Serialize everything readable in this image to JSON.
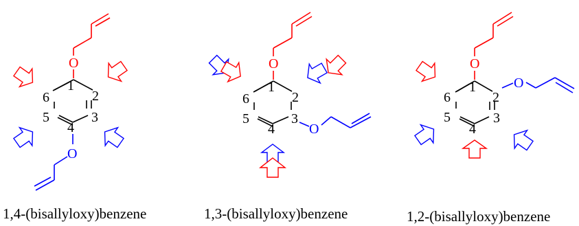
{
  "colors": {
    "red": "#ff0000",
    "blue": "#0000ff",
    "black": "#000000"
  },
  "atoms": {
    "oxygen": "O"
  },
  "ring_numbers": [
    "1",
    "2",
    "3",
    "4",
    "5",
    "6"
  ],
  "molecules": [
    {
      "id": "para",
      "caption": "1,4-(bisallyloxy)benzene"
    },
    {
      "id": "meta",
      "caption": "1,3-(bisallyloxy)benzene"
    },
    {
      "id": "ortho",
      "caption": "1,2-(bisallyloxy)benzene"
    }
  ]
}
